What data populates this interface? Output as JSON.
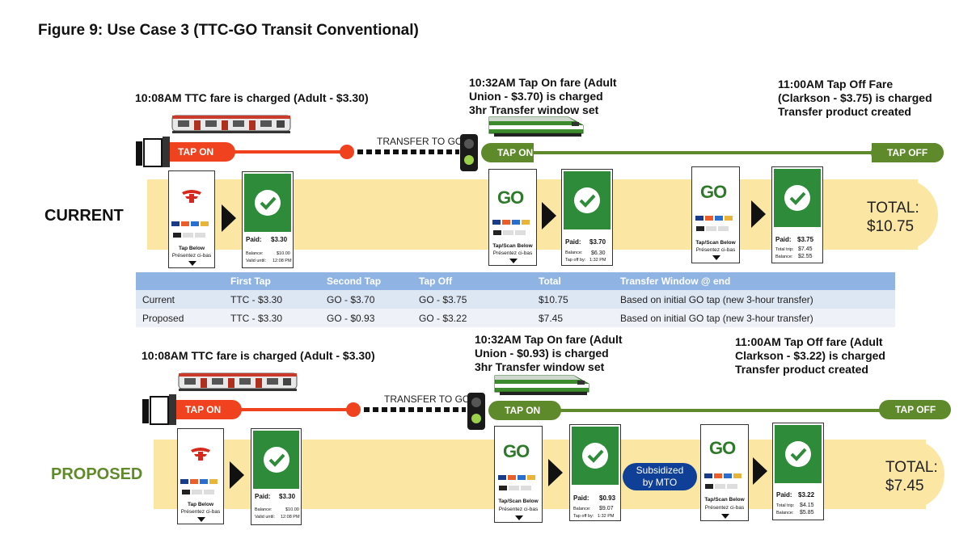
{
  "title": "Figure 9: Use Case 3 (TTC-GO Transit Conventional)",
  "colors": {
    "ttc_red": "#f0421f",
    "go_green": "#5f8a2b",
    "band": "#fbe6a4",
    "table_header": "#8fb4e3",
    "mto_blue": "#0f3f96",
    "proposed_label": "#5f8a2b"
  },
  "current": {
    "label": "CURRENT",
    "caption_ttc": "10:08AM TTC fare is charged (Adult - $3.30)",
    "caption_tapon": [
      "10:32AM Tap On fare (Adult",
      "Union - $3.70) is charged",
      "3hr Transfer window set"
    ],
    "caption_tapoff": [
      "11:00AM Tap Off Fare",
      "(Clarkson - $3.75) is charged",
      "Transfer product created"
    ],
    "tap_on": "TAP ON",
    "transfer": "TRANSFER TO GO",
    "go_tap_on": "TAP ON",
    "tap_off": "TAP OFF",
    "total_label": "TOTAL:",
    "total_value": "$10.75",
    "screens": [
      {
        "paid_label": "Paid:",
        "paid": "$3.30",
        "row1_label": "Balance:",
        "row1": "$10.00",
        "row2_label": "Valid until:",
        "row2": "12:08 PM"
      },
      {
        "paid_label": "Paid:",
        "paid": "$3.70",
        "row1_label": "Balance:",
        "row1": "$6.30",
        "row2_label": "Tap off by:",
        "row2": "1:32 PM"
      },
      {
        "paid_label": "Paid:",
        "paid": "$3.75",
        "row1_label": "Total trip:",
        "row1": "$7.45",
        "row2_label": "Balance:",
        "row2": "$2.55"
      }
    ]
  },
  "proposed": {
    "label": "PROPOSED",
    "caption_ttc": "10:08AM TTC fare is charged (Adult - $3.30)",
    "caption_tapon": [
      "10:32AM Tap On fare (Adult",
      "Union - $0.93) is charged",
      "3hr Transfer window set"
    ],
    "caption_tapoff": [
      "11:00AM Tap Off fare (Adult",
      "Clarkson - $3.22) is charged",
      "Transfer product created"
    ],
    "tap_on": "TAP ON",
    "transfer": "TRANSFER TO GO",
    "go_tap_on": "TAP ON",
    "tap_off": "TAP OFF",
    "subsidized": [
      "Subsidized",
      "by MTO"
    ],
    "total_label": "TOTAL:",
    "total_value": "$7.45",
    "screens": [
      {
        "paid_label": "Paid:",
        "paid": "$3.30",
        "row1_label": "Balance:",
        "row1": "$10.00",
        "row2_label": "Valid until:",
        "row2": "12:08 PM"
      },
      {
        "paid_label": "Paid:",
        "paid": "$0.93",
        "row1_label": "Balance:",
        "row1": "$9.07",
        "row2_label": "Tap off by:",
        "row2": "1:32 PM"
      },
      {
        "paid_label": "Paid:",
        "paid": "$3.22",
        "row1_label": "Total trip:",
        "row1": "$4.15",
        "row2_label": "Balance:",
        "row2": "$5.85"
      }
    ]
  },
  "reader": {
    "tap_below": "Tap/Scan Below",
    "tap_below_ttc": "Tap Below",
    "presentez": "Présentez ci-bas",
    "go_logo": "GO"
  },
  "table": {
    "headers": [
      "",
      "First Tap",
      "Second Tap",
      "Tap Off",
      "Total",
      "Transfer Window @ end"
    ],
    "rows": [
      [
        "Current",
        "TTC - $3.30",
        "GO - $3.70",
        "GO - $3.75",
        "$10.75",
        "Based on initial GO tap (new 3-hour transfer)"
      ],
      [
        "Proposed",
        "TTC - $3.30",
        "GO - $0.93",
        "GO - $3.22",
        "$7.45",
        "Based on initial GO tap (new 3-hour transfer)"
      ]
    ]
  }
}
